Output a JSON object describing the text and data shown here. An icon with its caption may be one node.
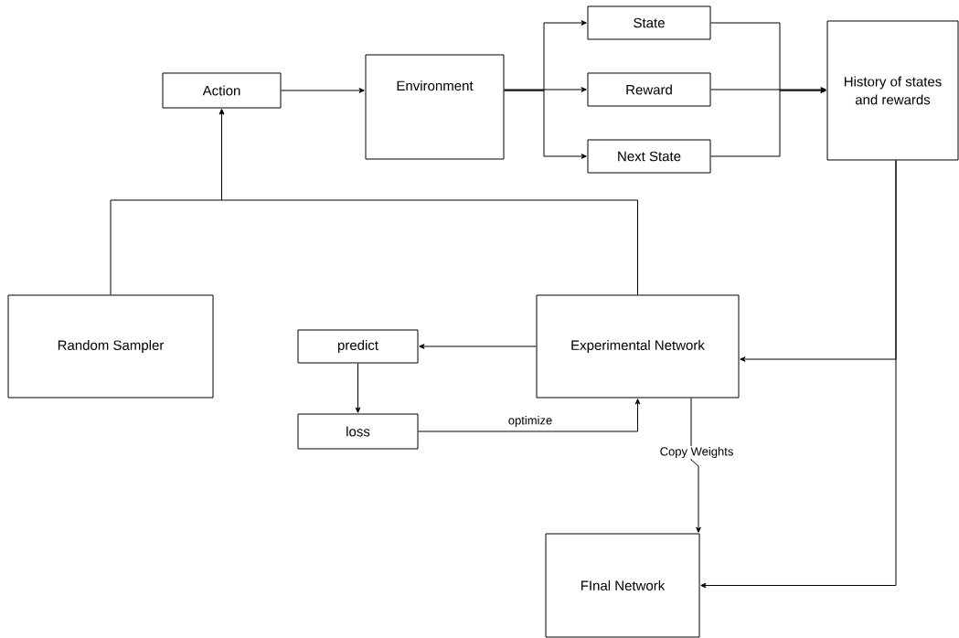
{
  "diagram": {
    "nodes": [
      {
        "text": [
          "Action"
        ]
      },
      {
        "text": [
          "Environment"
        ]
      },
      {
        "text": [
          "State"
        ]
      },
      {
        "text": [
          "Reward"
        ]
      },
      {
        "text": [
          "Next State"
        ]
      },
      {
        "text": [
          "History of states and rewards"
        ]
      },
      {
        "text": [
          "Random Sampler"
        ]
      },
      {
        "text": [
          "predict"
        ]
      },
      {
        "text": [
          "loss"
        ]
      },
      {
        "text": [
          "Experimental Network"
        ]
      },
      {
        "text": [
          "FInal Network"
        ]
      }
    ],
    "edges": [
      {
        "from": 0,
        "to": 1,
        "arrow": "to"
      },
      {
        "from": 1,
        "to": 2,
        "arrow": "to"
      },
      {
        "from": 1,
        "to": 3,
        "arrow": "to"
      },
      {
        "from": 1,
        "to": 4,
        "arrow": "to"
      },
      {
        "from": 2,
        "to": 5,
        "arrow": "to"
      },
      {
        "from": 3,
        "to": 5,
        "arrow": "to"
      },
      {
        "from": 4,
        "to": 5,
        "arrow": "to"
      },
      {
        "from": 6,
        "to": 0,
        "arrow": "to"
      },
      {
        "from": 9,
        "to": 0,
        "arrow": "to"
      },
      {
        "from": 9,
        "to": 7,
        "arrow": "to"
      },
      {
        "from": 7,
        "to": 8,
        "arrow": "to"
      },
      {
        "from": 8,
        "to": 9,
        "label": "optimize",
        "arrow": "to"
      },
      {
        "from": 9,
        "to": 10,
        "label": "Copy Weights",
        "arrow": "to"
      },
      {
        "from": 5,
        "to": 9,
        "arrow": "to"
      },
      {
        "from": 5,
        "to": 10,
        "arrow": "to"
      }
    ]
  }
}
